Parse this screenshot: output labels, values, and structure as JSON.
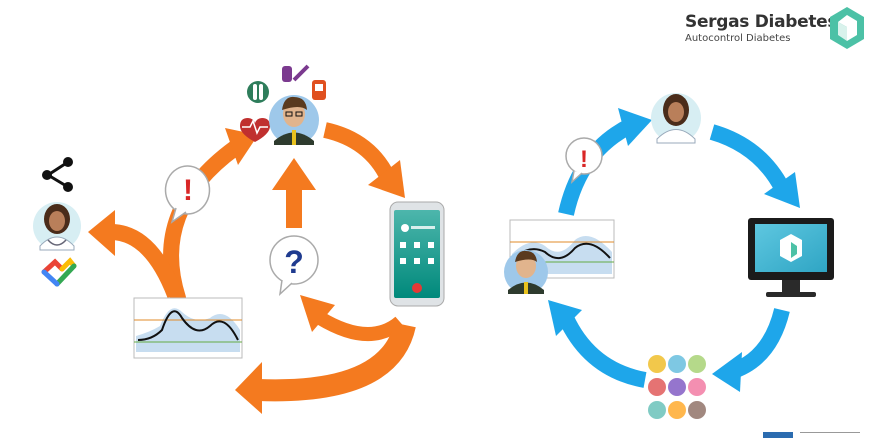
{
  "brand": {
    "title": "Sergas Diabetes",
    "subtitle": "Autocontrol Diabetes",
    "accent": "#4cc1a6"
  },
  "colors": {
    "orange_arrow": "#f47a1f",
    "blue_arrow": "#1ea6ea",
    "alert_red": "#d92626",
    "question_blue": "#1f3b8f"
  },
  "diagram": {
    "left_cycle": {
      "nodes": [
        "share-icon",
        "doctor-female",
        "google-fit-icon",
        "glucose-chart",
        "alert-bubble",
        "question-bubble",
        "patient-male",
        "health-icons",
        "smartphone-app"
      ],
      "alert_symbol": "!",
      "question_symbol": "?"
    },
    "right_cycle": {
      "nodes": [
        "doctor-female",
        "computer-monitor",
        "patients-group",
        "glucose-chart-with-patient",
        "alert-bubble"
      ],
      "alert_symbol": "!"
    }
  }
}
